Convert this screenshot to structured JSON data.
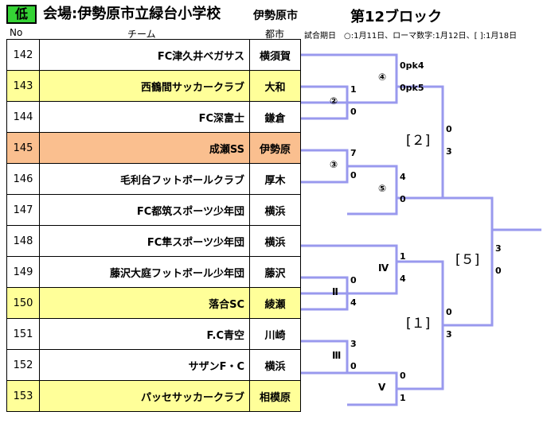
{
  "header": {
    "badge": "低",
    "venue": "会場:伊勢原市立緑台小学校",
    "city": "伊勢原市",
    "block": "第12ブロック"
  },
  "columns": {
    "no": "No",
    "team": "チーム",
    "pref": "都市"
  },
  "note": "試合期日　○:1月11日、ローマ数字:1月12日、[ ]:1月18日",
  "teams": [
    {
      "no": "142",
      "name": "FC津久井ベガサス",
      "city": "横須賀",
      "highlight": "none"
    },
    {
      "no": "143",
      "name": "西鶴間サッカークラブ",
      "city": "大和",
      "highlight": "yellow"
    },
    {
      "no": "144",
      "name": "FC深富士",
      "city": "鎌倉",
      "highlight": "none"
    },
    {
      "no": "145",
      "name": "成瀬SS",
      "city": "伊勢原",
      "highlight": "orange"
    },
    {
      "no": "146",
      "name": "毛利台フットボールクラブ",
      "city": "厚木",
      "highlight": "none"
    },
    {
      "no": "147",
      "name": "FC都筑スポーツ少年団",
      "city": "横浜",
      "highlight": "none"
    },
    {
      "no": "148",
      "name": "FC隼スポーツ少年団",
      "city": "横浜",
      "highlight": "none"
    },
    {
      "no": "149",
      "name": "藤沢大庭フットボール少年団",
      "city": "藤沢",
      "highlight": "none"
    },
    {
      "no": "150",
      "name": "落合SC",
      "city": "綾瀬",
      "highlight": "yellow"
    },
    {
      "no": "151",
      "name": "F.C青空",
      "city": "川崎",
      "highlight": "none"
    },
    {
      "no": "152",
      "name": "サザンF・C",
      "city": "横浜",
      "highlight": "none"
    },
    {
      "no": "153",
      "name": "パッセサッカークラブ",
      "city": "相模原",
      "highlight": "yellow"
    }
  ],
  "bracket": {
    "line_color": "#9999ee",
    "matches": [
      {
        "label": "②",
        "top_score": "1",
        "bottom_score": "0"
      },
      {
        "label": "④",
        "top_score": "0pk4",
        "bottom_score": "0pk5"
      },
      {
        "label": "③",
        "top_score": "7",
        "bottom_score": "0"
      },
      {
        "label": "⑤",
        "top_score": "4",
        "bottom_score": "0"
      },
      {
        "label": "[２]",
        "top_score": "0",
        "bottom_score": "3"
      },
      {
        "label": "Ⅳ",
        "top_score": "1",
        "bottom_score": "4"
      },
      {
        "label": "Ⅱ",
        "top_score": "0",
        "bottom_score": "4"
      },
      {
        "label": "Ⅲ",
        "top_score": "3",
        "bottom_score": "0"
      },
      {
        "label": "Ⅴ",
        "top_score": "0",
        "bottom_score": "1"
      },
      {
        "label": "[１]",
        "top_score": "0",
        "bottom_score": "3"
      },
      {
        "label": "[５]",
        "top_score": "3",
        "bottom_score": "0"
      }
    ]
  }
}
